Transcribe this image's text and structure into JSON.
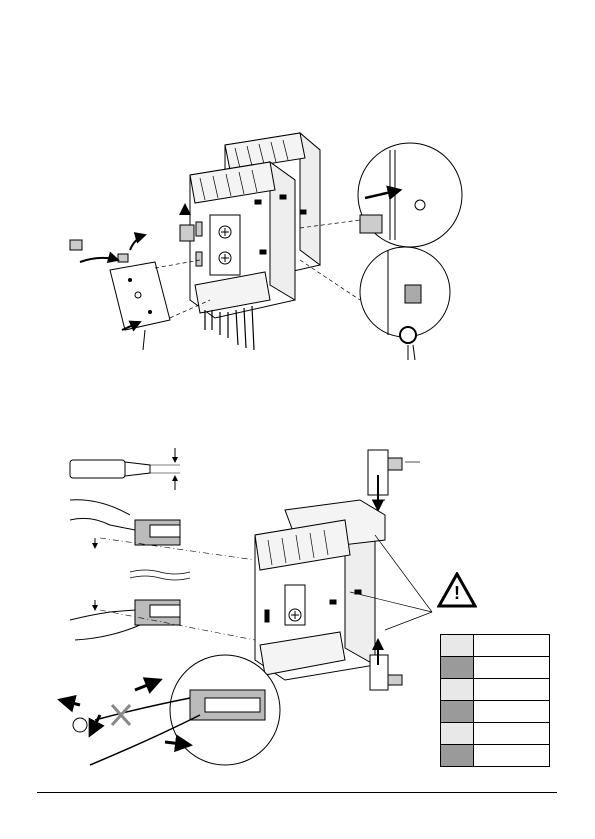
{
  "figures": [
    {
      "id": "figure-top",
      "description_visible_text": [],
      "elements": [
        "device-stack",
        "coding-key",
        "mounting-plate",
        "detail-zoom-upper",
        "detail-zoom-lower"
      ]
    },
    {
      "id": "figure-bottom",
      "description_visible_text": [],
      "elements": [
        "screwdriver",
        "spring-terminal-upper",
        "spring-terminal-lower",
        "device",
        "detail-zoom",
        "warning-triangle",
        "color-table"
      ]
    }
  ],
  "warning": {
    "symbol": "!"
  },
  "color_table": {
    "rows": [
      {
        "swatch": "#e8e8e8"
      },
      {
        "swatch": "#9a9a9a"
      },
      {
        "swatch": "#e8e8e8"
      },
      {
        "swatch": "#9a9a9a"
      },
      {
        "swatch": "#e8e8e8"
      },
      {
        "swatch": "#9a9a9a"
      }
    ]
  },
  "colors": {
    "line": "#000000",
    "fill_light": "#d9d9d9",
    "fill_dark": "#8c8c8c"
  }
}
